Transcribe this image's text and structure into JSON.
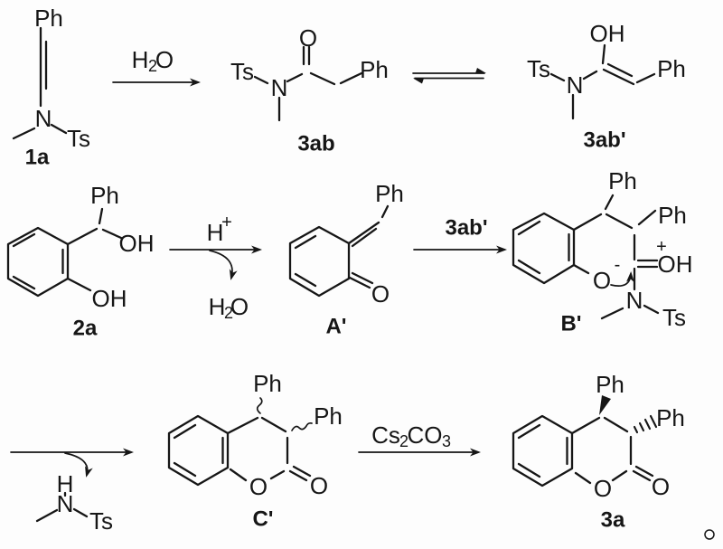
{
  "compounds": {
    "ynamide_1a": {
      "tag": "1a",
      "ph": "Ph",
      "n": "N",
      "ts": "Ts"
    },
    "amide_3ab": {
      "tag": "3ab",
      "ts": "Ts",
      "n": "N",
      "o": "O",
      "ph": "Ph"
    },
    "enol_3ab_prime": {
      "tag": "3ab'",
      "ts": "Ts",
      "n": "N",
      "oh": "OH",
      "ph": "Ph"
    },
    "alcohol_2a": {
      "tag": "2a",
      "ph": "Ph",
      "oh_benzylic": "OH",
      "oh_phenol": "OH"
    },
    "quinone_methide_A": {
      "tag": "A'",
      "ph": "Ph",
      "o": "O"
    },
    "intermediate_B": {
      "tag": "B'",
      "ph_top": "Ph",
      "ph_right": "Ph",
      "o": "O",
      "minus": "-",
      "plus": "+",
      "oh": "OH",
      "n": "N",
      "ts": "Ts"
    },
    "lactone_C": {
      "tag": "C'",
      "ph_top": "Ph",
      "ph_right": "Ph",
      "o_ring": "O",
      "o_carbonyl": "O"
    },
    "product_3a": {
      "tag": "3a",
      "ph_top": "Ph",
      "ph_right": "Ph",
      "o_ring": "O",
      "o_carbonyl": "O"
    },
    "sulfonamide_byproduct": {
      "h": "H",
      "n": "N",
      "ts": "Ts"
    }
  },
  "reagents": {
    "water": {
      "h": "H",
      "two": "2",
      "o": "O"
    },
    "acid": {
      "h": "H",
      "plus": "+"
    },
    "water_released": {
      "h": "H",
      "two": "2",
      "o": "O"
    },
    "enol_over_arrow": "3ab'",
    "cesium_carbonate": {
      "cs": "Cs",
      "two": "2",
      "co": "CO",
      "three": "3"
    }
  },
  "misc": {
    "end_mark": "。"
  }
}
